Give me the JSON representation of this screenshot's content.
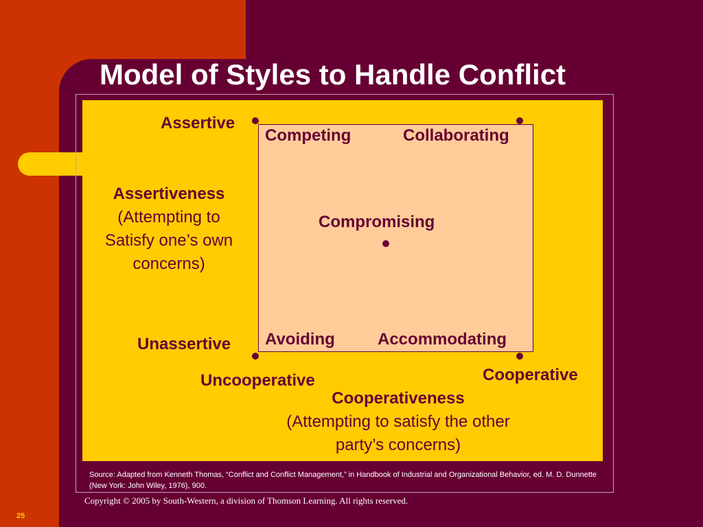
{
  "slide": {
    "title": "Model of Styles to Handle Conflict",
    "slide_number": "25",
    "source": "Source: Adapted from Kenneth Thomas, “Conflict and Conflict Management,” in Handbook of Industrial and Organizational Behavior, ed. M. D. Dunnette (New York: John Wiley, 1976), 900.",
    "copyright": "Copyright © 2005 by South-Western, a division of Thomson Learning. All  rights reserved."
  },
  "diagram": {
    "vertical_axis": {
      "top_label": "Assertive",
      "bottom_label": "Unassertive",
      "title": "Assertiveness",
      "description_lines": [
        "(Attempting to",
        "Satisfy one’s own",
        "concerns)"
      ]
    },
    "horizontal_axis": {
      "left_label": "Uncooperative",
      "right_label": "Cooperative",
      "title": "Cooperativeness",
      "description_lines": [
        "(Attempting to satisfy the other",
        "party’s concerns)"
      ]
    },
    "styles": {
      "top_left": "Competing",
      "top_right": "Collaborating",
      "center": "Compromising",
      "bottom_left": "Avoiding",
      "bottom_right": "Accommodating"
    },
    "colors": {
      "background": "#660033",
      "accent_orange": "#CC3300",
      "panel_yellow": "#FFCC00",
      "grid_fill": "#FFCC99",
      "text_maroon": "#660033",
      "title_white": "#FFFFFF"
    }
  }
}
